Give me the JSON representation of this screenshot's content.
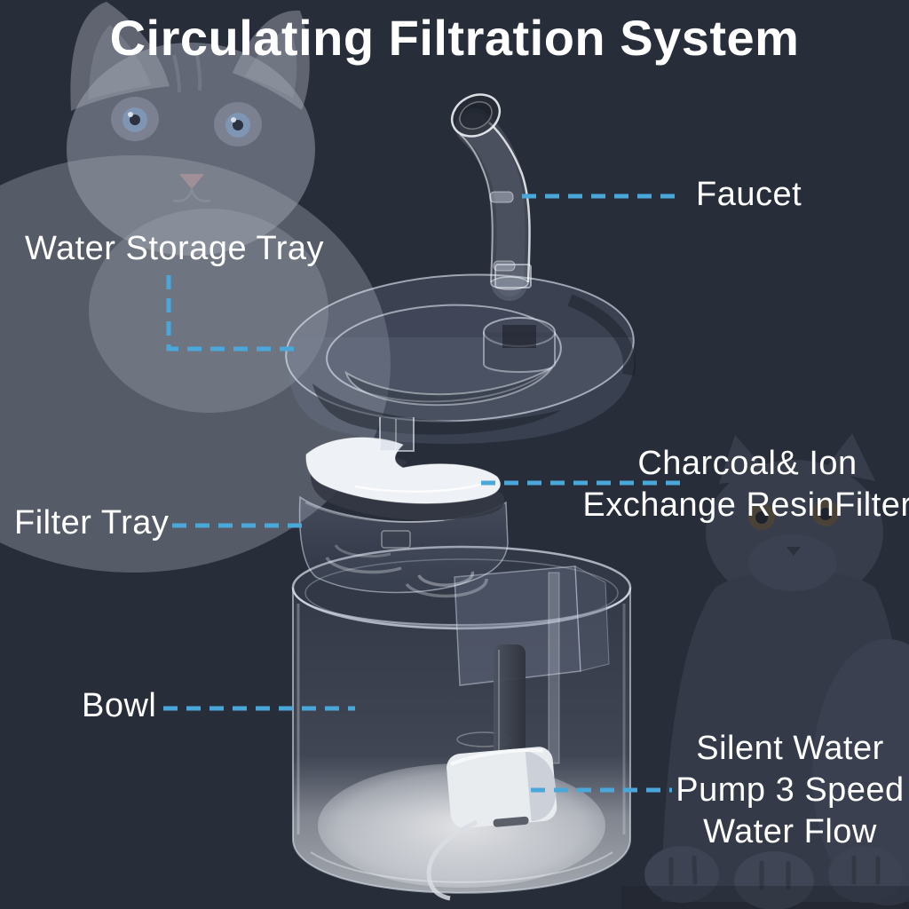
{
  "title": "Circulating Filtration System",
  "colors": {
    "background": "#282d3a",
    "label_text": "#ffffff",
    "leader_line": "#4aa7d9"
  },
  "labels": {
    "faucet": "Faucet",
    "water_storage_tray": "Water Storage Tray",
    "charcoal_filter_line1": "Charcoal& Ion",
    "charcoal_filter_line2": "Exchange ResinFilter",
    "filter_tray": "Filter Tray",
    "bowl": "Bowl",
    "pump_line1": "Silent Water",
    "pump_line2": "Pump 3 Speed",
    "pump_line3": "Water Flow"
  }
}
